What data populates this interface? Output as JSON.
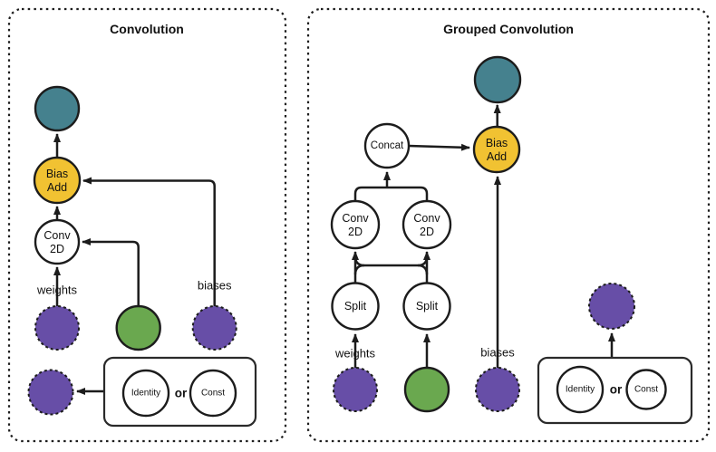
{
  "colors": {
    "output_teal": "#45818e",
    "bias_add_yellow": "#f1c232",
    "tensor_purple": "#674ea7",
    "input_green": "#6aa84f",
    "line": "#1c1c1c"
  },
  "left": {
    "title": "Convolution",
    "bias_add_line1": "Bias",
    "bias_add_line2": "Add",
    "conv2d_line1": "Conv",
    "conv2d_line2": "2D",
    "weights_label": "weights",
    "biases_label": "biases",
    "legend": {
      "identity": "Identity",
      "or_text": "or",
      "const": "Const"
    }
  },
  "right": {
    "title": "Grouped Convolution",
    "concat": "Concat",
    "bias_add_line1": "Bias",
    "bias_add_line2": "Add",
    "conv2d_left_line1": "Conv",
    "conv2d_left_line2": "2D",
    "conv2d_right_line1": "Conv",
    "conv2d_right_line2": "2D",
    "split_left": "Split",
    "split_right": "Split",
    "weights_label": "weights",
    "biases_label": "biases",
    "legend": {
      "identity": "Identity",
      "or_text": "or",
      "const": "Const"
    }
  }
}
